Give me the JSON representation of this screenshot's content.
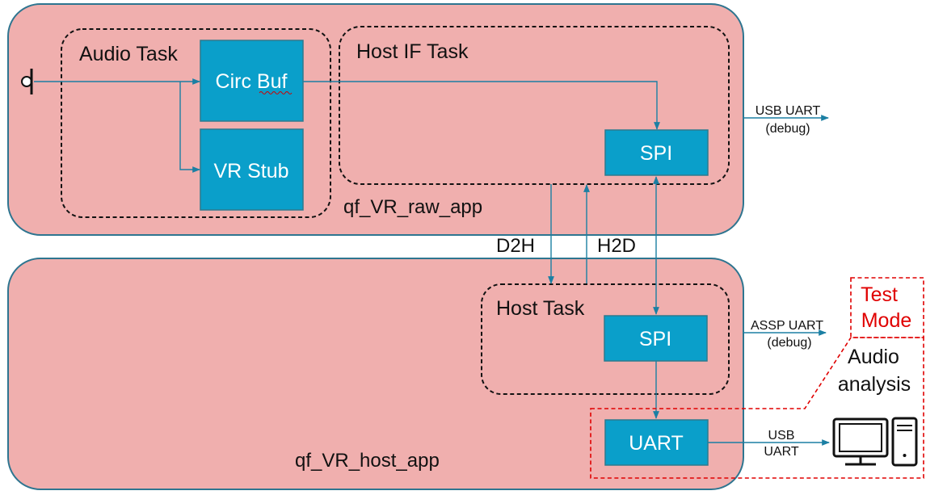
{
  "raw_app": {
    "name": "qf_VR_raw_app",
    "audio_task": {
      "label": "Audio Task",
      "circ_buf": "Circ Buf",
      "vr_stub": "VR Stub"
    },
    "host_if_task": {
      "label": "Host IF Task",
      "spi": "SPI"
    },
    "uart_out": {
      "line1": "USB UART",
      "line2": "(debug)"
    }
  },
  "links": {
    "d2h": "D2H",
    "h2d": "H2D"
  },
  "host_app": {
    "name": "qf_VR_host_app",
    "host_task": {
      "label": "Host Task",
      "spi": "SPI"
    },
    "uart": "UART",
    "assp_out": {
      "line1": "ASSP UART",
      "line2": "(debug)"
    },
    "usb_out": {
      "line1": "USB",
      "line2": "UART"
    }
  },
  "test_mode": {
    "line1": "Test",
    "line2": "Mode"
  },
  "audio_analysis": {
    "line1": "Audio",
    "line2": "analysis"
  },
  "colors": {
    "app_fill": "#f0afae",
    "app_border": "#2e7590",
    "block_fill": "#0a9fca",
    "connector": "#1b7fa3",
    "test_mode_red": "#e00000"
  },
  "icons": {
    "mic": "microphone-icon",
    "pc": "computer-icon"
  }
}
